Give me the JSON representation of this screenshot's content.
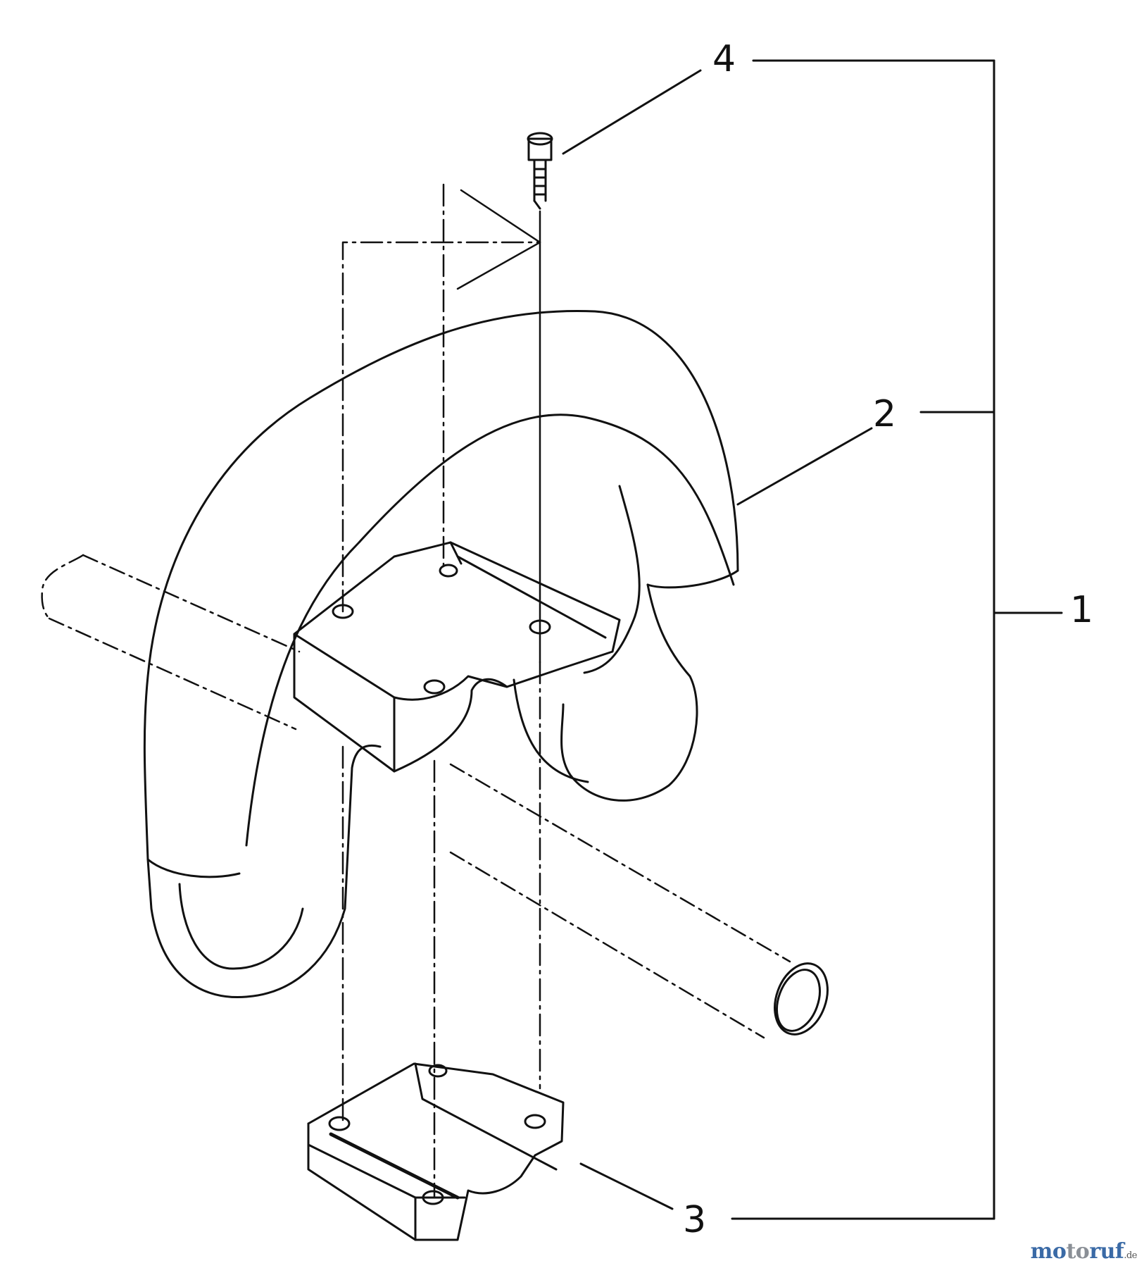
{
  "callouts": {
    "one": "1",
    "two": "2",
    "three": "3",
    "four": "4"
  },
  "watermark": {
    "part1": "mo",
    "part2": "to",
    "part3": "ruf",
    "part4": ".de"
  },
  "colors": {
    "line": "#111111",
    "background": "#ffffff",
    "watermark_blue": "#3a6aa6",
    "watermark_grey": "#8a8f96"
  }
}
